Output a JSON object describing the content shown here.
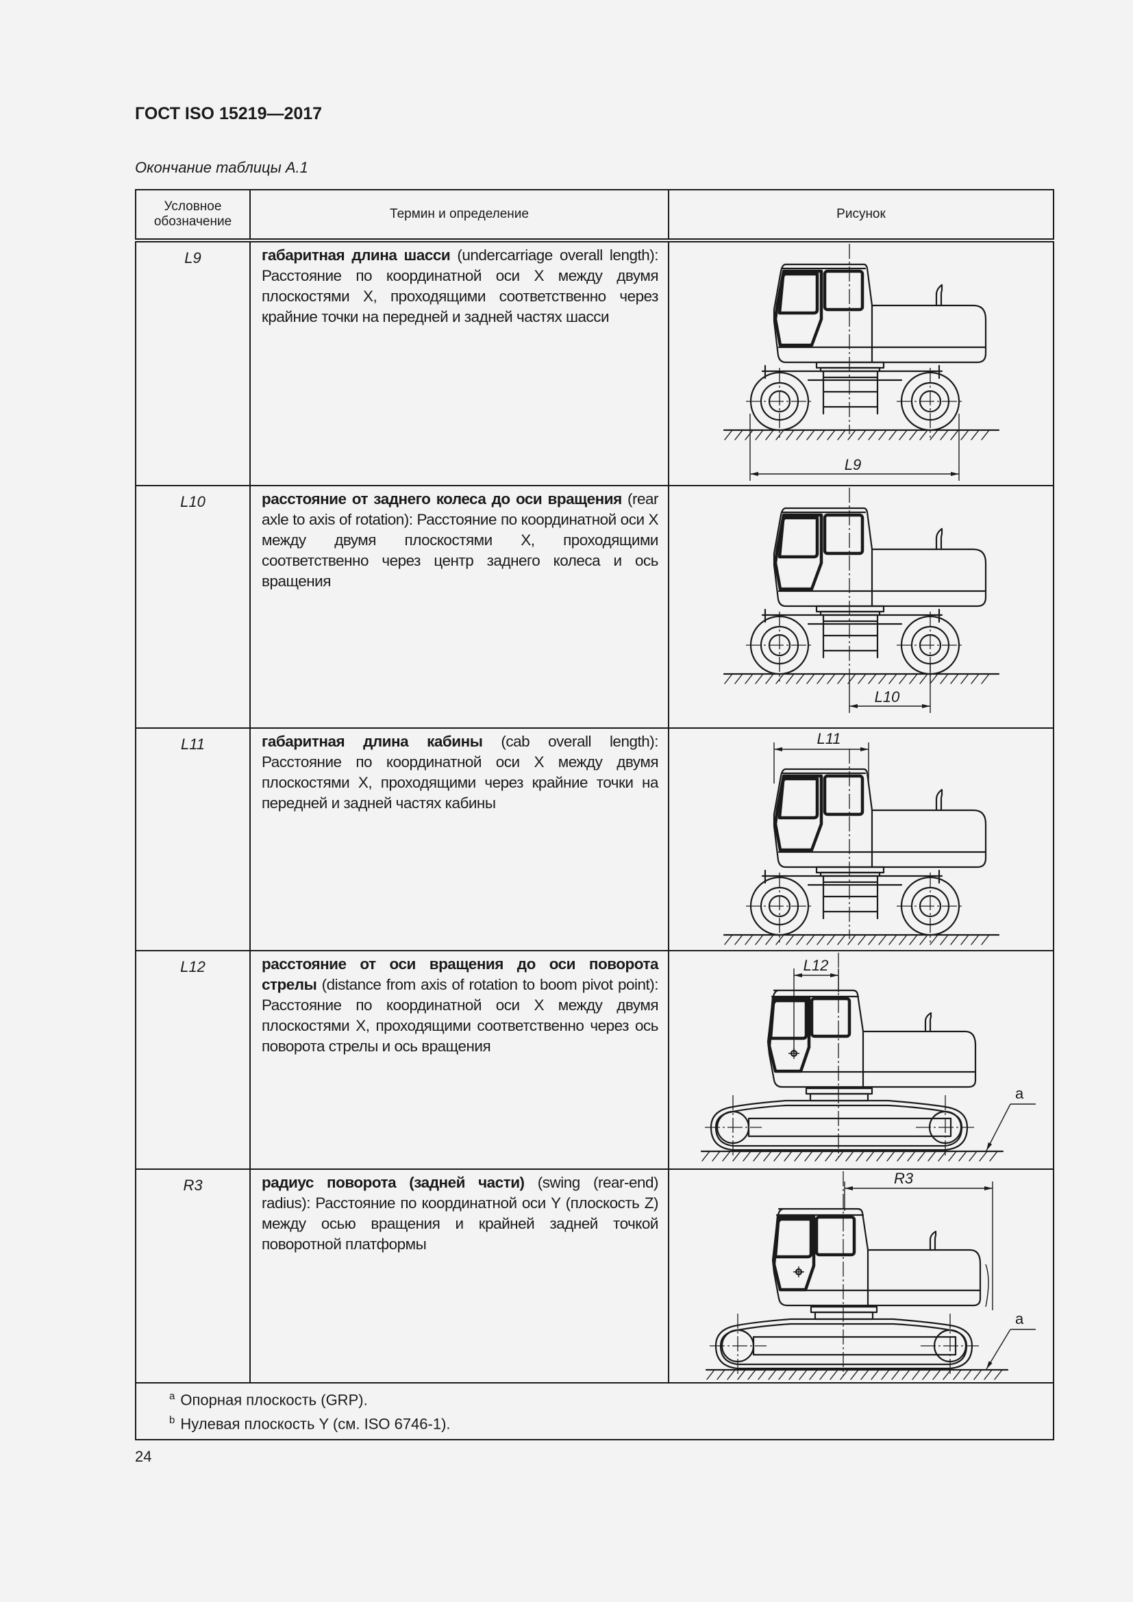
{
  "header": {
    "title": "ГОСТ ISO 15219—2017",
    "caption": "Окончание таблицы А.1"
  },
  "table": {
    "columns": [
      "Условное обозначение",
      "Термин и определение",
      "Рисунок"
    ],
    "rows": [
      {
        "symbol": "L9",
        "term": "габаритная длина шасси",
        "definition": " (undercarriage overall length): Расстояние по координатной оси X между двумя плоскостями X, проходящими соответственно через крайние точки на передней и задней частях шасси",
        "figure_label": "L9",
        "figure_type": "wheeled-excavator"
      },
      {
        "symbol": "L10",
        "term": "расстояние от заднего колеса до оси вращения",
        "definition": " (rear axle to axis of rotation): Расстояние по координатной оси X между двумя плоскостями X, проходящими соответственно через центр заднего колеса и ось вращения",
        "figure_label": "L10",
        "figure_type": "wheeled-excavator"
      },
      {
        "symbol": "L11",
        "term": "габаритная длина кабины",
        "definition": " (cab overall length): Расстояние по координатной оси X между двумя плоскостями X, проходящими через крайние точки на передней и задней частях кабины",
        "figure_label": "L11",
        "figure_type": "wheeled-excavator"
      },
      {
        "symbol": "L12",
        "term": "расстояние от оси вращения до оси поворота стрелы",
        "definition": " (distance from axis of rotation to boom pivot point): Расстояние по координатной оси X между двумя плоскостями X, проходящими соответственно через ось поворота стрелы и ось вращения",
        "figure_label": "L12",
        "figure_note": "a",
        "figure_type": "crawler-excavator"
      },
      {
        "symbol": "R3",
        "term": "радиус поворота (задней части)",
        "definition": " (swing (rear-end) radius): Расстояние по координатной оси Y (плоскость Z) между осью вращения и крайней задней точкой поворотной платформы",
        "figure_label": "R3",
        "figure_note": "a",
        "figure_type": "crawler-excavator"
      }
    ],
    "footnotes": [
      {
        "mark": "a",
        "text": "Опорная плоскость (GRP)."
      },
      {
        "mark": "b",
        "text": "Нулевая плоскость Y (см. ISO 6746-1)."
      }
    ]
  },
  "page_number": "24"
}
